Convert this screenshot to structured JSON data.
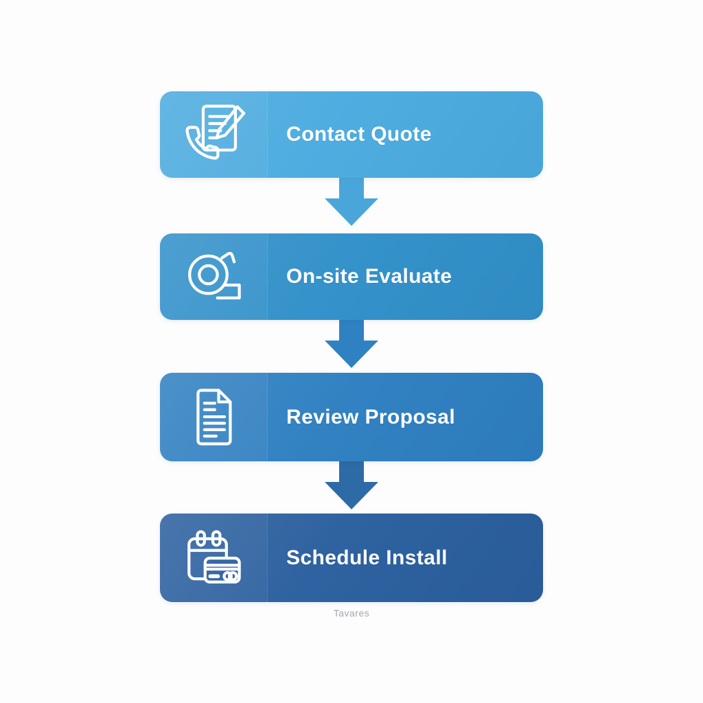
{
  "canvas": {
    "background": "#fdfdfe"
  },
  "flow": {
    "title": "",
    "steps": [
      {
        "label": "Contact Quote",
        "icon": "phone-document-pencil-icon",
        "color": "#4babdf"
      },
      {
        "label": "On-site Evaluate",
        "icon": "measuring-tape-icon",
        "color": "#3190c9"
      },
      {
        "label": "Review Proposal",
        "icon": "document-lines-icon",
        "color": "#2e7fc1"
      },
      {
        "label": "Schedule Install",
        "icon": "calendar-credit-card-icon",
        "color": "#2a5f9e"
      }
    ],
    "arrows": [
      {
        "direction": "down",
        "color": "#4aa6da"
      },
      {
        "direction": "down",
        "color": "#2f82c2"
      },
      {
        "direction": "down",
        "color": "#2d6ba6"
      }
    ]
  },
  "footer": {
    "watermark": "Tavares",
    "watermark_color": "#a3a7ac"
  }
}
